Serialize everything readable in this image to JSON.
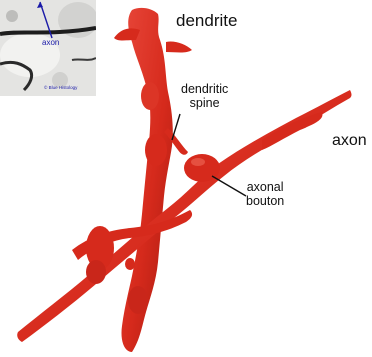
{
  "labels": {
    "dendrite": "dendrite",
    "axon": "axon",
    "spine_line1": "dendritic",
    "spine_line2": "spine",
    "bouton_line1": "axonal",
    "bouton_line2": "bouton"
  },
  "inset": {
    "axon_label": "axon",
    "credit": "© Blue Histology"
  },
  "colors": {
    "tissue": "#d62a1c",
    "tissue_dark": "#a81b10",
    "tissue_highlight": "#ef6a58",
    "inset_label": "#1a1aa8"
  }
}
